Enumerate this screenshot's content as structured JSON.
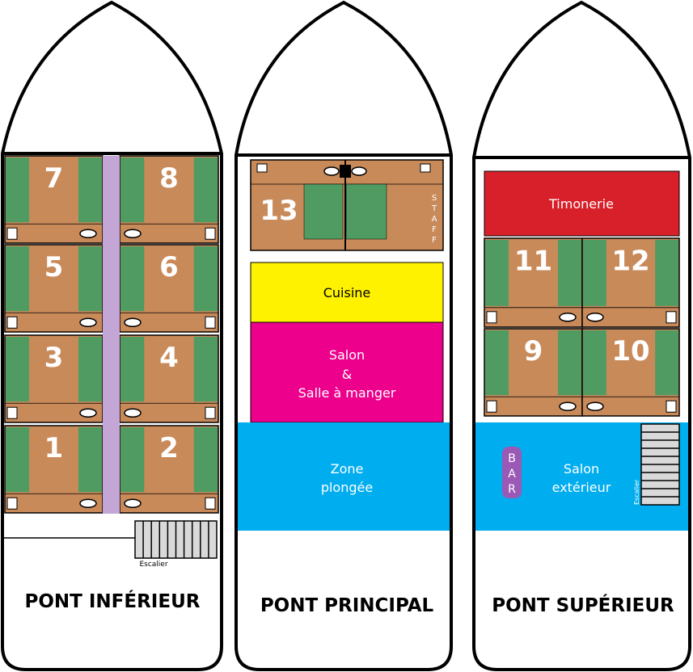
{
  "decks": {
    "lower": {
      "title": "PONT INFÉRIEUR",
      "stairs_label": "Escalier",
      "cabins": [
        "7",
        "8",
        "5",
        "6",
        "3",
        "4",
        "1",
        "2"
      ]
    },
    "main": {
      "title": "PONT PRINCIPAL",
      "cabin": "13",
      "staff": "S T A F F",
      "kitchen": "Cuisine",
      "salon_line1": "Salon",
      "salon_line2": "&",
      "salon_line3": "Salle à manger",
      "dive_line1": "Zone",
      "dive_line2": "plongée"
    },
    "upper": {
      "title": "PONT SUPÉRIEUR",
      "wheelhouse": "Timonerie",
      "cabins": [
        "11",
        "12",
        "9",
        "10"
      ],
      "bar": "B A R",
      "salon_line1": "Salon",
      "salon_line2": "extérieur",
      "stairs_label": "Escalier"
    }
  },
  "colors": {
    "cabin": "#c98a5a",
    "bed": "#4f9b62",
    "corridor": "#c3a6d6",
    "kitchen": "#fff200",
    "salon": "#ec008c",
    "dive": "#00adef",
    "wheelhouse": "#d7202a",
    "bar": "#9b59b6",
    "stairs": "#d9d9d9"
  }
}
